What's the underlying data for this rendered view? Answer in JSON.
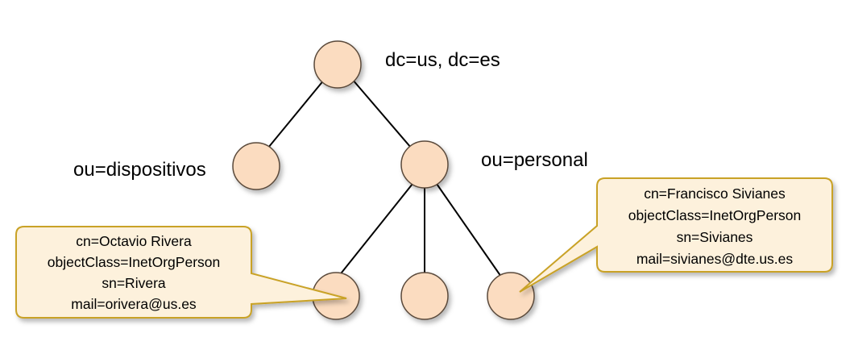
{
  "colors": {
    "node_fill": "#fbdcc0",
    "node_stroke": "#5a4a3a",
    "edge": "#000000",
    "callout_fill": "#fdf1dc",
    "callout_stroke": "#c9a227"
  },
  "tree": {
    "root": {
      "label": "dc=us, dc=es"
    },
    "ou_dispositivos": {
      "label": "ou=dispositivos"
    },
    "ou_personal": {
      "label": "ou=personal"
    },
    "leaf_1": {
      "label": ""
    },
    "leaf_2": {
      "label": ""
    },
    "leaf_3": {
      "label": ""
    }
  },
  "callouts": {
    "octavio": {
      "lines": [
        "cn=Octavio Rivera",
        "objectClass=InetOrgPerson",
        "sn=Rivera",
        "mail=orivera@us.es"
      ]
    },
    "francisco": {
      "lines": [
        "cn=Francisco Sivianes",
        "objectClass=InetOrgPerson",
        "sn=Sivianes",
        "mail=sivianes@dte.us.es"
      ]
    }
  }
}
